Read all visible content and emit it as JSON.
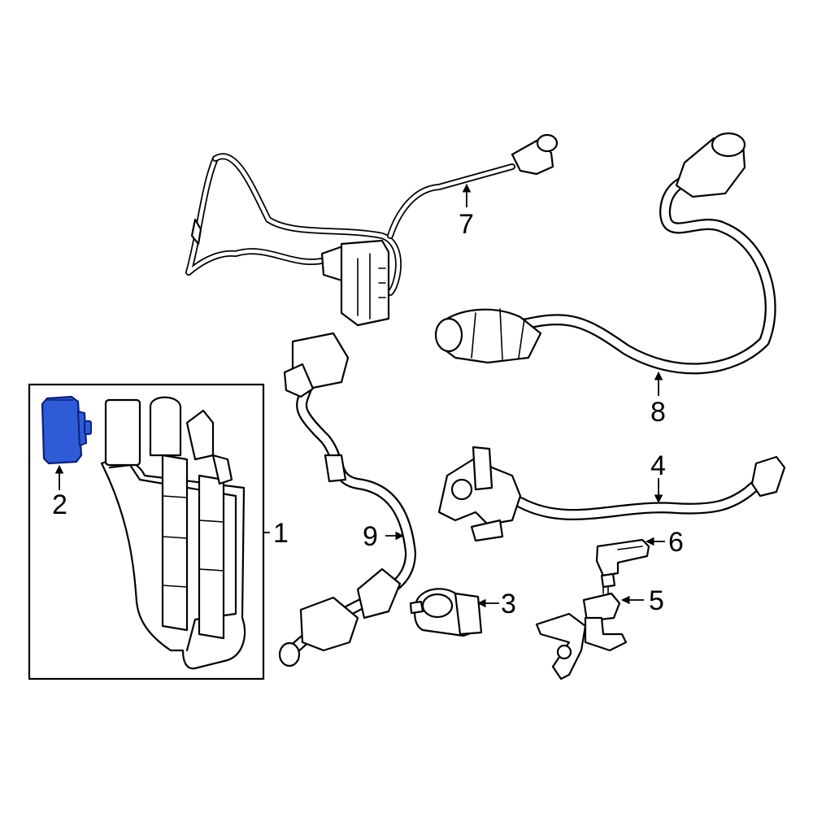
{
  "callouts": [
    {
      "id": "1",
      "text": "1"
    },
    {
      "id": "2",
      "text": "2"
    },
    {
      "id": "3",
      "text": "3"
    },
    {
      "id": "4",
      "text": "4"
    },
    {
      "id": "5",
      "text": "5"
    },
    {
      "id": "6",
      "text": "6"
    },
    {
      "id": "7",
      "text": "7"
    },
    {
      "id": "8",
      "text": "8"
    },
    {
      "id": "9",
      "text": "9"
    }
  ],
  "colors": {
    "highlight_fill": "#2f5bd6",
    "highlight_stroke": "#0b1f7a",
    "line": "#000000",
    "background": "#ffffff"
  },
  "highlighted_part": "2"
}
